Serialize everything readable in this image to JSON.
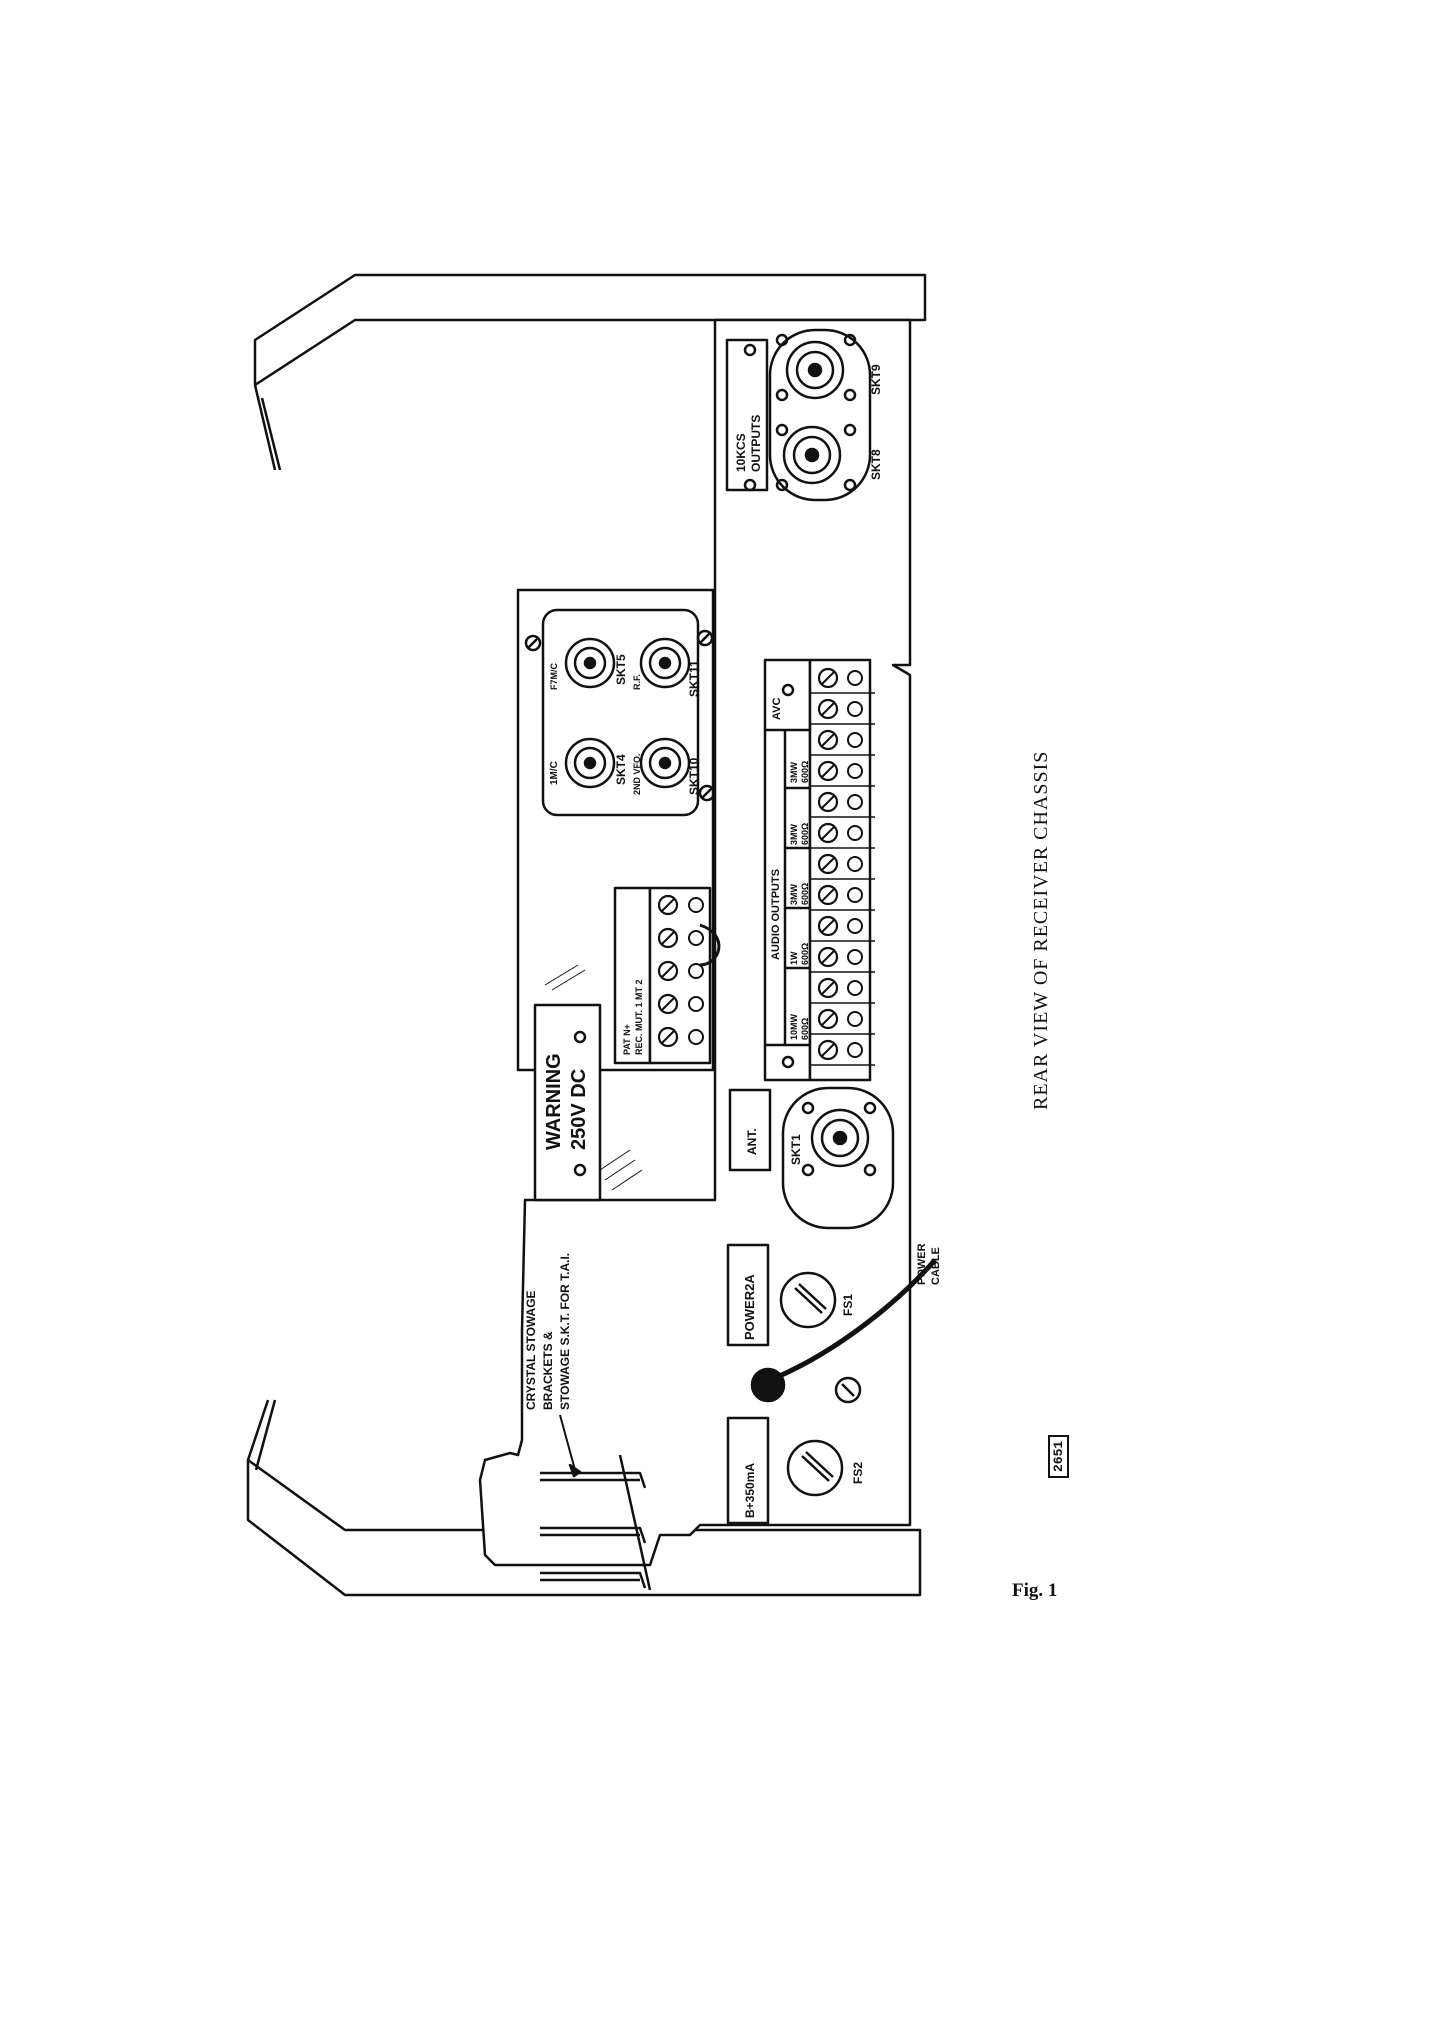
{
  "diagram": {
    "caption": "REAR VIEW OF RECEIVER CHASSIS",
    "figure_label": "Fig. 1",
    "drawing_ref": "2651",
    "labels": {
      "crystal_stowage": [
        "CRYSTAL STOWAGE",
        "BRACKETS &",
        "STOWAGE S.K.T. FOR T.A.I."
      ],
      "warning": [
        "WARNING",
        "250V   DC"
      ],
      "ant": "ANT.",
      "power2a": "POWER2A",
      "b350": "B+350mA",
      "fs1": "FS1",
      "fs2": "FS2",
      "skt1": "SKT1",
      "power_cable": [
        "POWER",
        "CABLE"
      ],
      "skt4": "SKT4",
      "skt5": "SKT5",
      "skt10": "SKT10",
      "skt11": "SKT11",
      "one_mc": "1M/C",
      "rf": "R.F.",
      "two_nd_vfo": "2ND VFO.",
      "seven_mc": "F7M/C",
      "skt8": "SKT8",
      "skt9": "SKT9",
      "ten_kcs": [
        "10KCS",
        "OUTPUTS"
      ],
      "avc": "AVC",
      "audio_outputs": "AUDIO   OUTPUTS",
      "audio_ch1": [
        "10MW",
        "600Ω"
      ],
      "audio_ch2": [
        "1W",
        "600Ω"
      ],
      "audio_ch3": [
        "3MW",
        "600Ω"
      ],
      "audio_ch4": [
        "3MW",
        "600Ω"
      ],
      "audio_ch5": [
        "3MW",
        "600Ω"
      ],
      "mute_block": [
        "PAT N+",
        "REC. MUT.   1 MT 2"
      ]
    }
  }
}
